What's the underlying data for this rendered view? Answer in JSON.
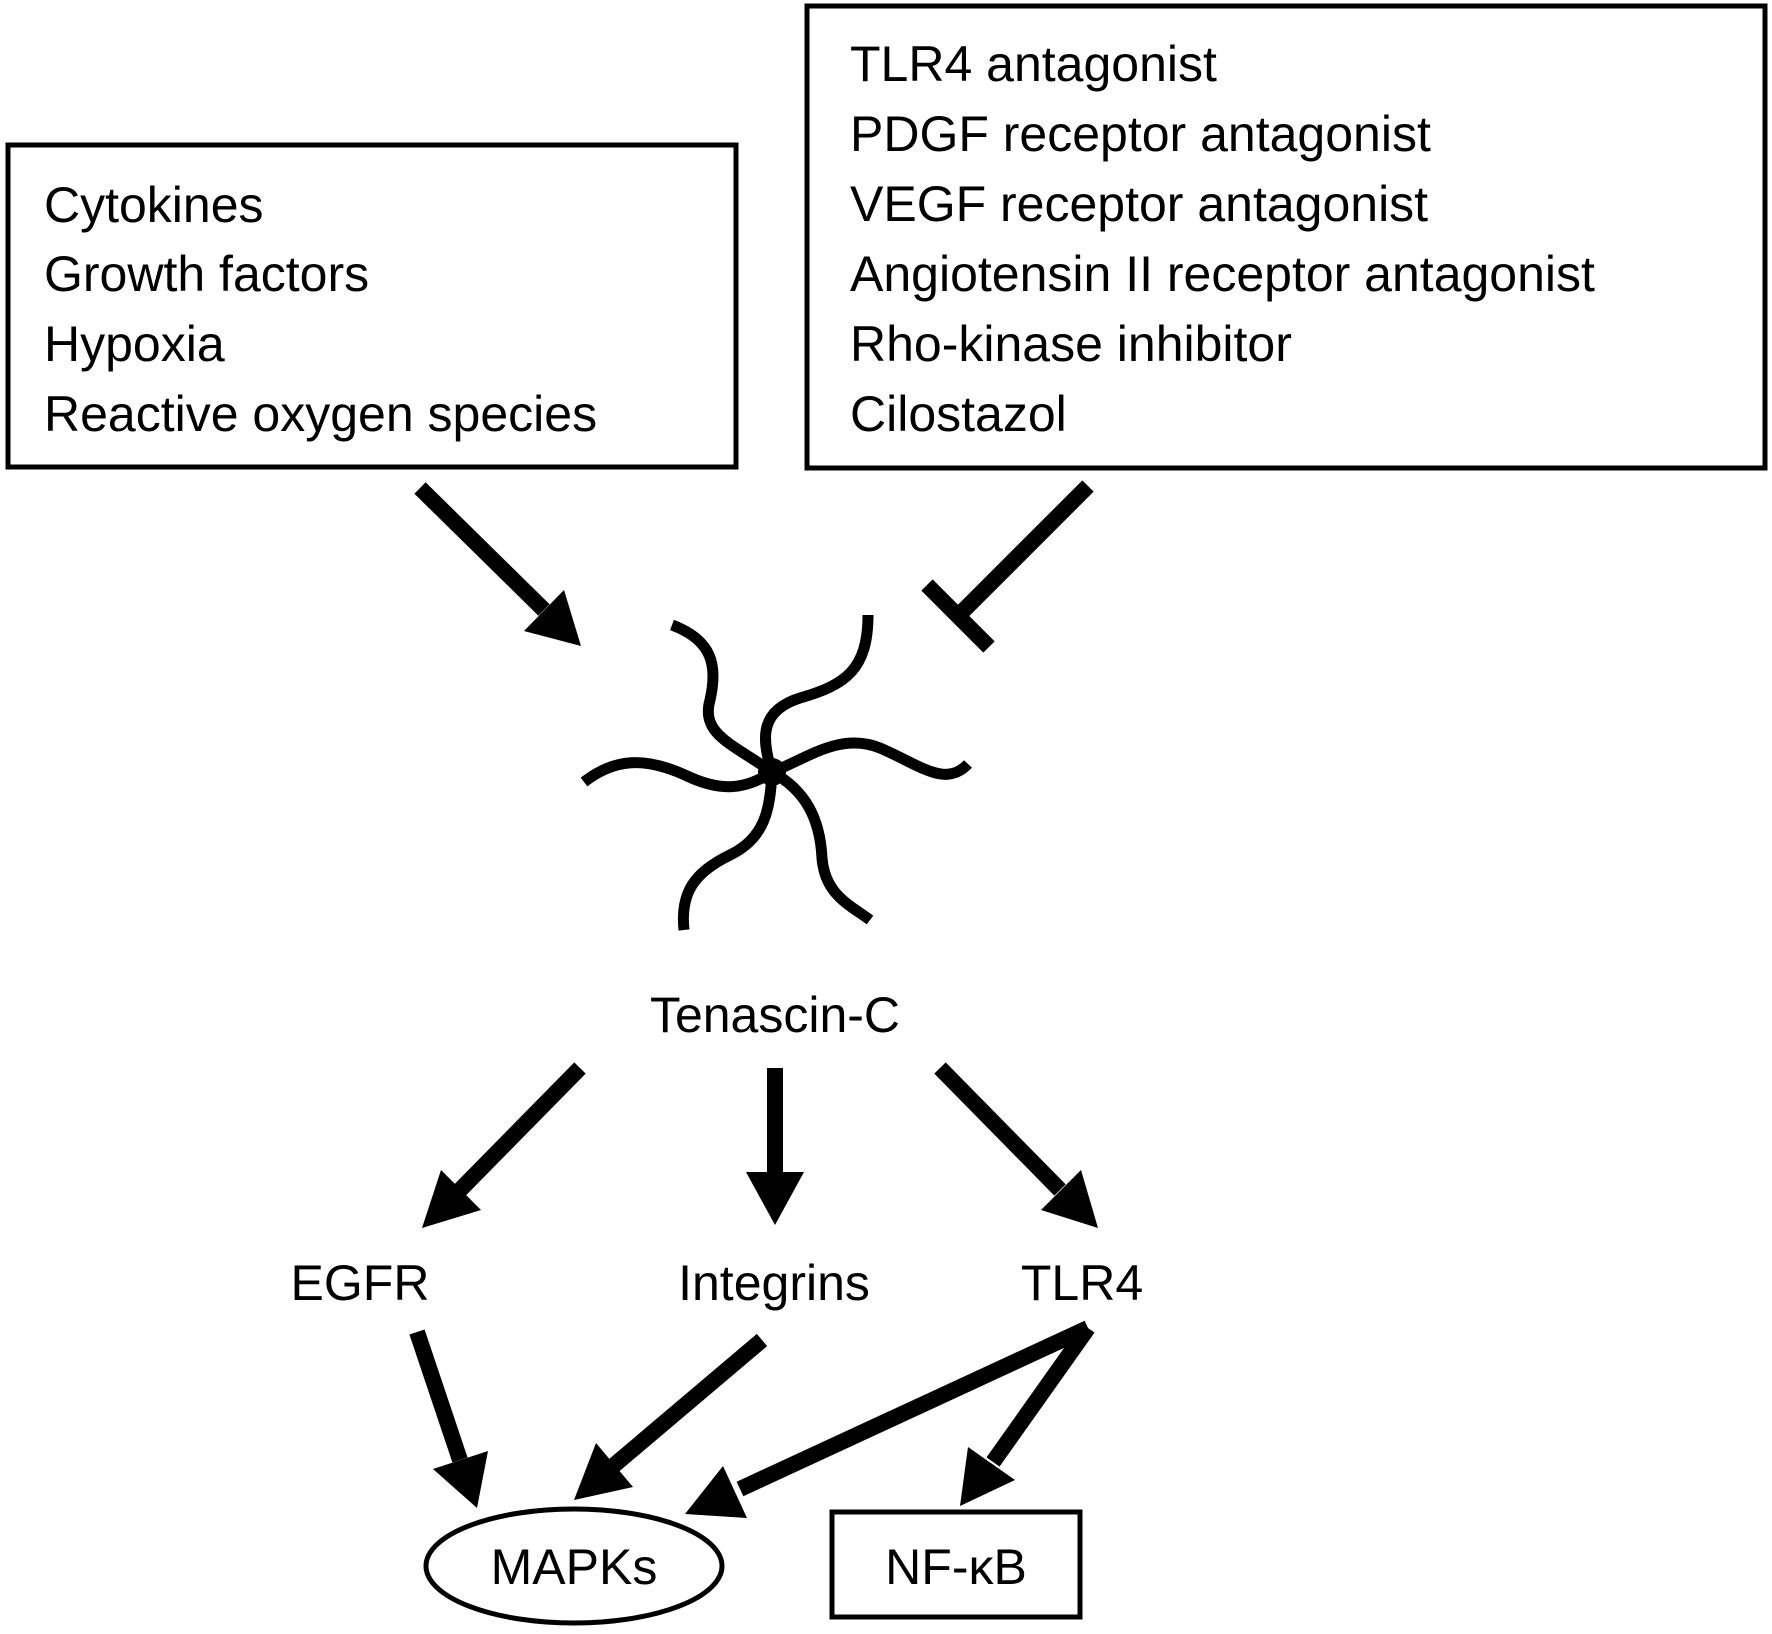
{
  "stimuli": {
    "items": [
      "Cytokines",
      "Growth factors",
      "Hypoxia",
      "Reactive oxygen species"
    ]
  },
  "inhibitors": {
    "items": [
      "TLR4 antagonist",
      "PDGF receptor antagonist",
      "VEGF receptor antagonist",
      "Angiotensin II receptor antagonist",
      "Rho-kinase inhibitor",
      "Cilostazol"
    ]
  },
  "center": {
    "label": "Tenascin-C"
  },
  "receptors": {
    "egfr": "EGFR",
    "integrins": "Integrins",
    "tlr4": "TLR4"
  },
  "outputs": {
    "mapks": "MAPKs",
    "nfkb": "NF-κB"
  }
}
